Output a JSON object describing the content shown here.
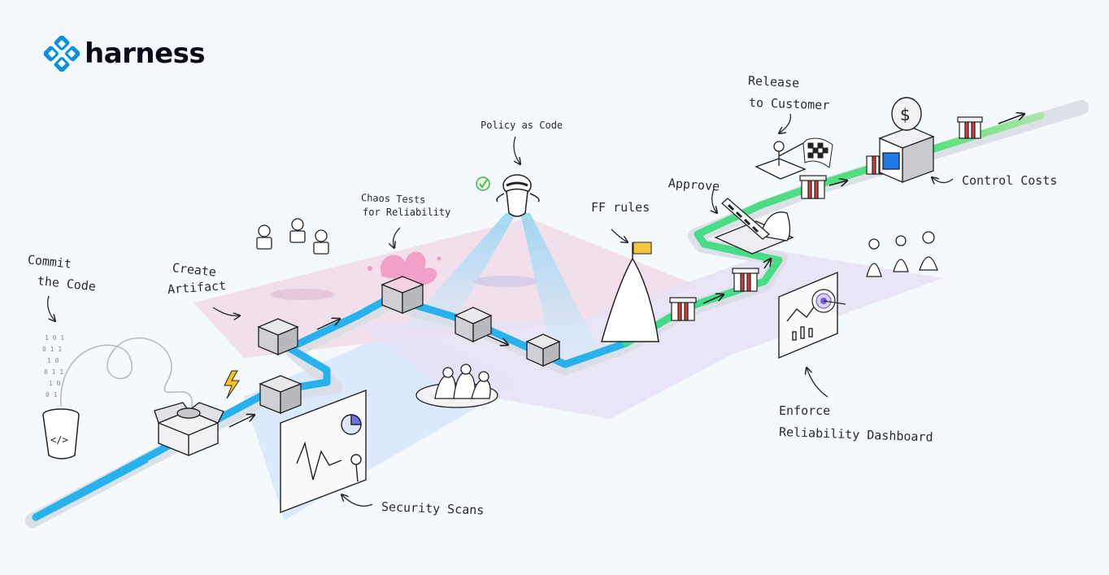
{
  "brand": {
    "name": "harness",
    "logo_color": "#0b8ee4",
    "text_color": "#0b0b18"
  },
  "colors": {
    "background": "#f4f9fd",
    "pipeline_blue": "#27b2ee",
    "pipeline_green": "#3fd98c",
    "pink_zone": "#f1dcea",
    "blue_zone": "#d7e7fb",
    "lavender_zone": "#e6e2f6",
    "light_beam": "#a9dbf5"
  },
  "labels": {
    "commit_line1": "Commit",
    "commit_line2": "the Code",
    "create_artifact_line1": "Create",
    "create_artifact_line2": "Artifact",
    "chaos_line1": "Chaos Tests",
    "chaos_line2": "for Reliability",
    "policy": "Policy as Code",
    "ff_rules": "FF rules",
    "approve": "Approve",
    "release_line1": "Release",
    "release_line2": "to Customer",
    "control_costs": "Control Costs",
    "security_scans": "Security Scans",
    "enforce_line1": "Enforce",
    "enforce_line2": "Reliability Dashboard"
  },
  "icons": [
    "code-bucket-icon",
    "checkmark-icon",
    "dollar-coin-icon",
    "checkered-flag-icon",
    "lightning-icon",
    "target-icon",
    "pie-chart-icon"
  ]
}
